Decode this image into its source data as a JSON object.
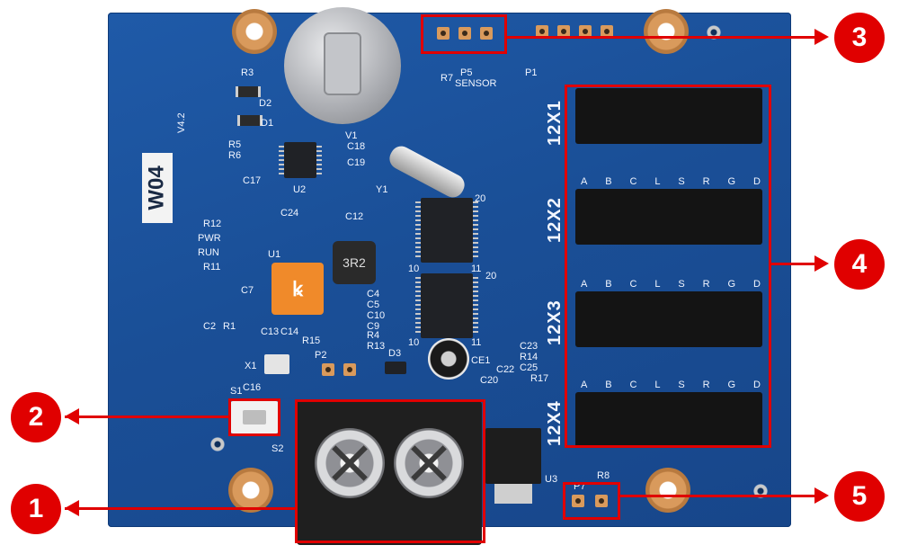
{
  "board": {
    "model": "W04",
    "version": "V4.2",
    "logo_glyph": "ꝃ",
    "inductor_code": "3R2",
    "silk_labels": [
      "R3",
      "D2",
      "D1",
      "R5",
      "R6",
      "C17",
      "U2",
      "V1",
      "C18",
      "C19",
      "Y1",
      "R12",
      "PWR",
      "RUN",
      "R11",
      "C24",
      "C12",
      "U1",
      "C7",
      "C2",
      "R1",
      "C13",
      "C14",
      "X1",
      "R15",
      "P2",
      "D3",
      "CE1",
      "C16",
      "S1",
      "S2",
      "R13",
      "C4",
      "C5",
      "C10",
      "C9",
      "R4",
      "C23",
      "R14",
      "C25",
      "R17",
      "C22",
      "C20",
      "U3",
      "P5",
      "SENSOR",
      "R7",
      "P1",
      "R8",
      "P7"
    ],
    "ports": [
      "12X1",
      "12X2",
      "12X3",
      "12X4"
    ],
    "port_pin_letters": [
      "A",
      "B",
      "C",
      "L",
      "S",
      "R",
      "G",
      "D"
    ],
    "chip_numbers": [
      "20",
      "10",
      "11",
      "20",
      "10",
      "11"
    ]
  },
  "callouts": [
    {
      "id": "1",
      "label": "1"
    },
    {
      "id": "2",
      "label": "2"
    },
    {
      "id": "3",
      "label": "3"
    },
    {
      "id": "4",
      "label": "4"
    },
    {
      "id": "5",
      "label": "5"
    }
  ],
  "colors": {
    "pcb": "#1a4f97",
    "callout": "#e00000",
    "silk": "#f2f6ff",
    "header": "#141414"
  }
}
